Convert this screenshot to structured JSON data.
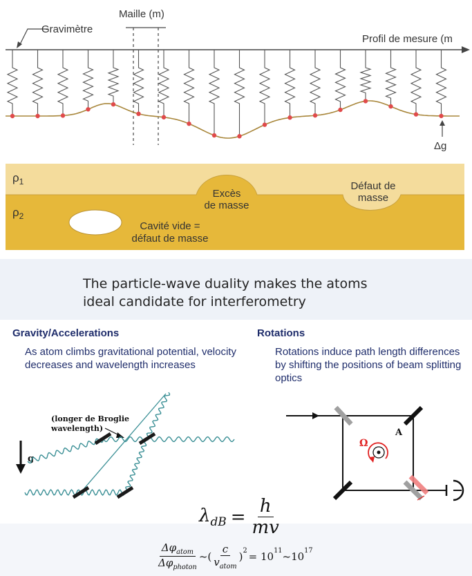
{
  "colors": {
    "layer_top": "#f4dc9c",
    "layer_bottom": "#e6b83a",
    "curve": "#a8863a",
    "measure_point": "#e04a4a",
    "heading_blue": "#1f2d6b",
    "wave_teal": "#3a8f95",
    "rotation_red": "#e02020"
  },
  "profile": {
    "gravimeter_label": "Gravimètre",
    "mesh_label": "Maille (m)",
    "profile_label": "Profil de mesure (m",
    "delta_g_label": "Δg"
  },
  "layers": {
    "rho1_label": "ρ",
    "rho1_sub": "1",
    "rho2_label": "ρ",
    "rho2_sub": "2",
    "excess_line1": "Excès",
    "excess_line2": "de masse",
    "deficit_line1": "Défaut de",
    "deficit_line2": "masse",
    "cavity_line1": "Cavité vide =",
    "cavity_line2": "défaut de masse"
  },
  "duality": {
    "line1": "The particle-wave duality makes the atoms",
    "line2": "ideal candidate for interferometry"
  },
  "gravity": {
    "title": "Gravity/Accelerations",
    "description": "As atom climbs gravitational potential, velocity decreases and wavelength increases",
    "annotation_line1": "(longer de Broglie",
    "annotation_line2": "wavelength)",
    "g_label": "g"
  },
  "rotations": {
    "title": "Rotations",
    "description": "Rotations induce path length differences by shifting the positions of beam splitting optics",
    "area_label": "A",
    "omega_label": "Ω"
  },
  "formulas": {
    "lambda_symbol": "λ",
    "lambda_sub": "dB",
    "equals": "=",
    "h": "h",
    "mv": "mv",
    "dphi_atom": "Δφ",
    "sub_atom": "atom",
    "dphi_photon": "Δφ",
    "sub_photon": "photon",
    "tilde": "~(",
    "c": "c",
    "v_atom": "v",
    "close_sq": ")",
    "two": "2",
    "eq_ten": "= 10",
    "exp11": "11",
    "tilde2": "~10",
    "exp17": "17"
  }
}
